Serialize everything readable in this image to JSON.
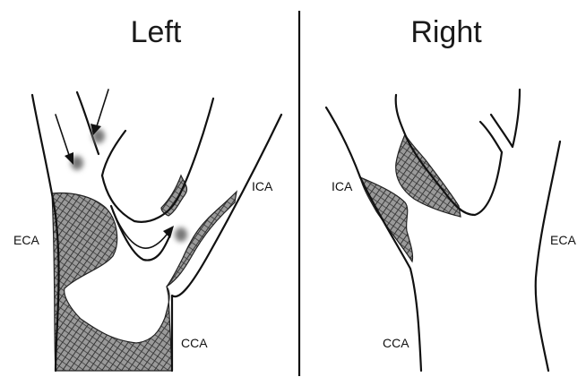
{
  "panels": {
    "left": {
      "title": "Left",
      "labels": {
        "eca": "ECA",
        "ica": "ICA",
        "cca": "CCA"
      }
    },
    "right": {
      "title": "Right",
      "labels": {
        "ica": "ICA",
        "eca": "ECA",
        "cca": "CCA"
      }
    }
  },
  "colors": {
    "ink": "#111111",
    "plaque_fill": "#8c8c8c",
    "background": "#ffffff"
  }
}
